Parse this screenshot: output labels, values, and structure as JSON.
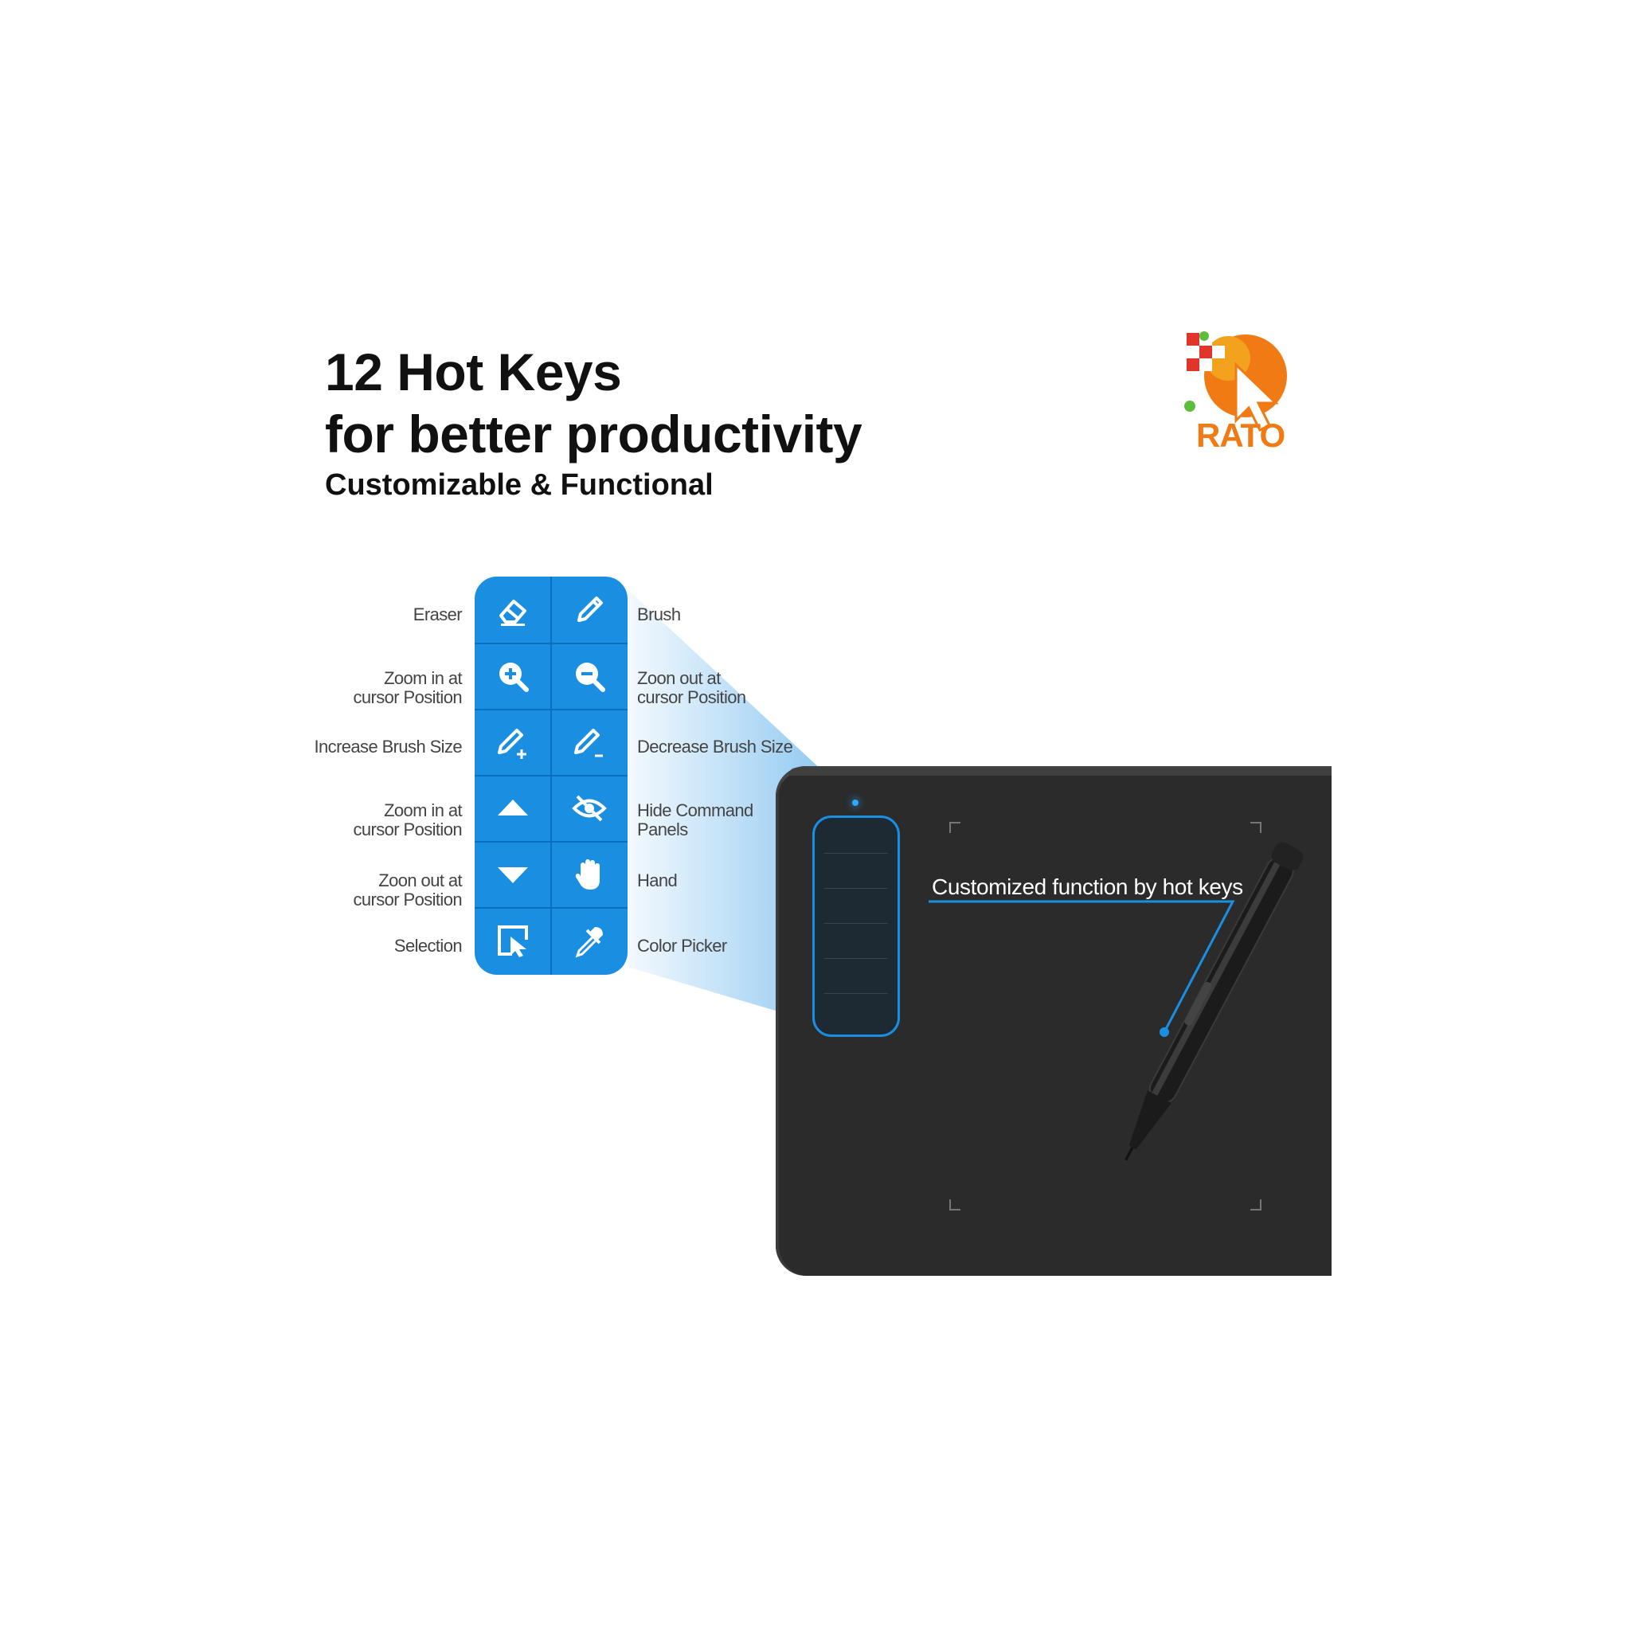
{
  "header": {
    "title_line1": "12 Hot Keys",
    "title_line2": "for better productivity",
    "subtitle": "Customizable & Functional"
  },
  "logo": {
    "text": "RATO"
  },
  "hotkeys": {
    "left_labels": [
      {
        "line1": "Eraser",
        "line2": ""
      },
      {
        "line1": "Zoom in at",
        "line2": "cursor Position"
      },
      {
        "line1": "Increase Brush Size",
        "line2": ""
      },
      {
        "line1": "Zoom in at",
        "line2": "cursor Position"
      },
      {
        "line1": "Zoon out at",
        "line2": "cursor Position"
      },
      {
        "line1": "Selection",
        "line2": ""
      }
    ],
    "right_labels": [
      {
        "line1": "Brush",
        "line2": ""
      },
      {
        "line1": "Zoon out at",
        "line2": "cursor Position"
      },
      {
        "line1": "Decrease Brush Size",
        "line2": ""
      },
      {
        "line1": "Hide Command",
        "line2": "Panels"
      },
      {
        "line1": "Hand",
        "line2": ""
      },
      {
        "line1": "Color Picker",
        "line2": ""
      }
    ],
    "icons_left": [
      "eraser-icon",
      "zoom-in-icon",
      "brush-plus-icon",
      "triangle-up-icon",
      "triangle-down-icon",
      "selection-icon"
    ],
    "icons_right": [
      "brush-icon",
      "zoom-out-icon",
      "brush-minus-icon",
      "eye-off-icon",
      "hand-icon",
      "eyedropper-icon"
    ]
  },
  "tablet": {
    "callout": "Customized function by hot keys"
  },
  "colors": {
    "accent_blue": "#1a8fe2",
    "tablet_black": "#2b2b2b",
    "logo_orange": "#f07a14"
  }
}
